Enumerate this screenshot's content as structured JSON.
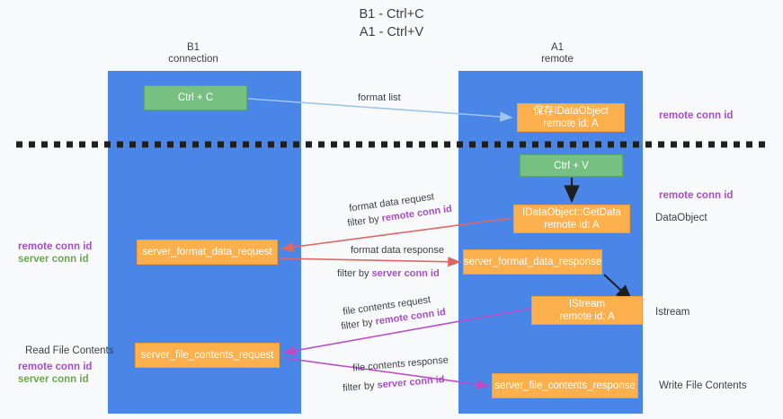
{
  "title": "B1 - Ctrl+C\nA1 - Ctrl+V",
  "columns": [
    {
      "name": "b1",
      "title": "B1\nconnection"
    },
    {
      "name": "a1",
      "title": "A1\nremote"
    }
  ],
  "nodes": {
    "ctrl_c": {
      "label": "Ctrl + C",
      "color": "#76c181"
    },
    "idataobject": {
      "label": "保存IDataObject\nremote id: A",
      "color": "#fbb04d"
    },
    "ctrl_v": {
      "label": "Ctrl + V",
      "color": "#76c181"
    },
    "getdata": {
      "label": "IDataObject::GetData\nremote id: A",
      "color": "#fbb04d"
    },
    "server_format_data_request": {
      "label": "server_format_data_request",
      "color": "#fbb04d"
    },
    "server_format_data_response": {
      "label": "server_format_data_response",
      "color": "#fbb04d"
    },
    "istream": {
      "label": "IStream\nremote id: A",
      "color": "#fbb04d"
    },
    "server_file_contents_request": {
      "label": "server_file_contents_request",
      "color": "#fbb04d"
    },
    "server_file_contents_response": {
      "label": "server_file_contents_response",
      "color": "#fbb04d"
    }
  },
  "flows": {
    "format_list": "format list",
    "format_data_request": "format data request",
    "filter_by": "filter by",
    "remote_conn_id": "remote conn id",
    "server_conn_id": "server conn id",
    "format_data_response": "format data response",
    "file_contents_request": "file contents request",
    "file_contents_response": "file contents response"
  },
  "right_labels": {
    "remote_conn_id_top": "remote conn id",
    "remote_conn_id_mid": "remote conn id",
    "data_object": "DataObject",
    "istream": "Istream",
    "write_file_contents": "Write File Contents"
  },
  "left_labels": {
    "remote_conn_id": "remote conn id",
    "server_conn_id": "server conn id",
    "read_file_contents": "Read File Contents",
    "remote_conn_id_2": "remote conn id",
    "server_conn_id_2": "server conn id"
  },
  "colors": {
    "lane": "#4a86e8",
    "green_node": "#76c181",
    "orange_node": "#fbb04d",
    "purple_text": "#a64ec4",
    "green_text": "#6aa84f",
    "arrow_blue": "#9fc5e8",
    "arrow_red": "#e06666",
    "arrow_magenta": "#bd4bc4",
    "arrow_black": "#1f1f1f",
    "background": "#f8f9fa"
  }
}
